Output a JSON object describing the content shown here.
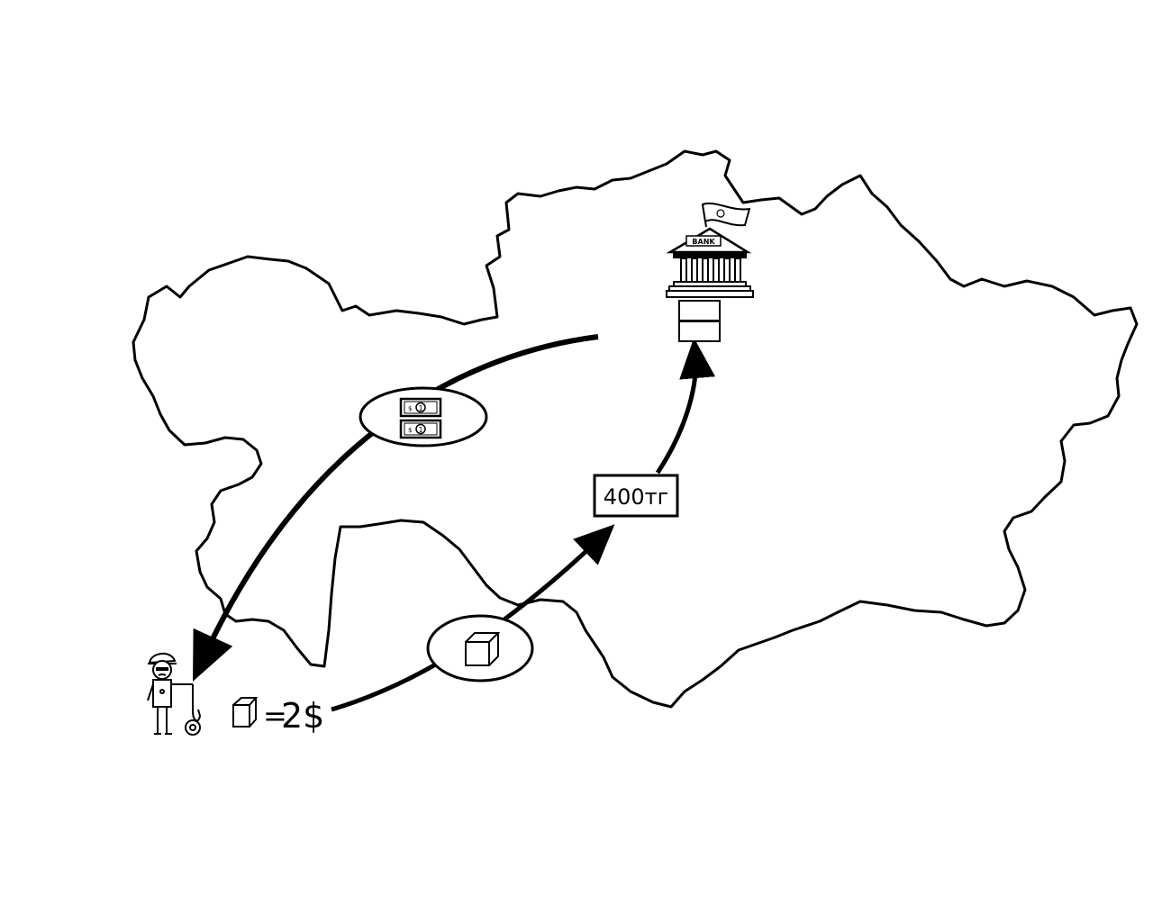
{
  "exchange_price": {
    "equals_sign": "=",
    "amount": "2$"
  },
  "tenge_box": {
    "label": "400тг"
  },
  "bank": {
    "sign_text": "BANK"
  },
  "colors": {
    "ink": "#000000",
    "background": "#ffffff"
  },
  "icons": {
    "bank": "bank-building-icon",
    "flag": "flag-icon",
    "worker": "worker-figure-icon",
    "goods": "cube-icon",
    "money": "banknote-icon"
  }
}
